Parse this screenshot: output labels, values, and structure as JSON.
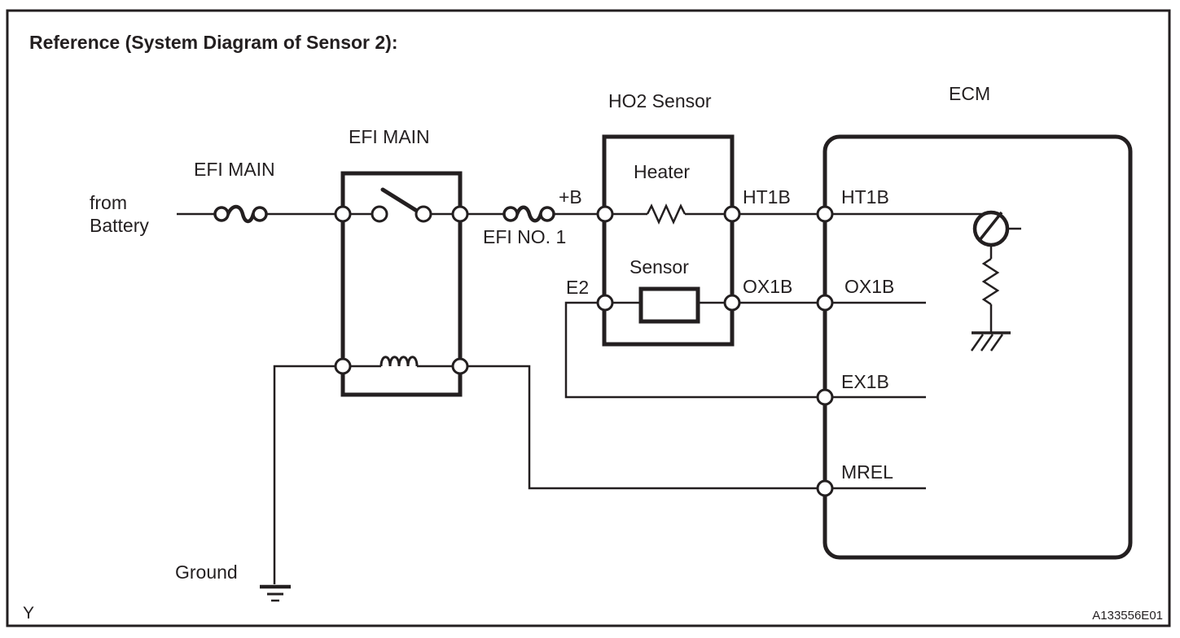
{
  "page": {
    "title": "Reference (System Diagram of Sensor 2):",
    "footer_left": "Y",
    "footer_right": "A133556E01"
  },
  "diagram": {
    "labels": {
      "from_battery_line1": "from",
      "from_battery_line2": "Battery",
      "fuse_efi_main": "EFI MAIN",
      "relay_efi_main": "EFI MAIN",
      "fuse_efi_no1": "EFI NO. 1",
      "pin_plus_b": "+B",
      "pin_e2": "E2",
      "ho2_sensor": "HO2 Sensor",
      "heater": "Heater",
      "sensor": "Sensor",
      "pin_ht1b": "HT1B",
      "ecm_ht1b": "HT1B",
      "pin_ox1b": "OX1B",
      "ecm_ox1b": "OX1B",
      "ecm_ex1b": "EX1B",
      "ecm_mrel": "MREL",
      "ecm": "ECM",
      "ground": "Ground"
    },
    "colors": {
      "line": "#231f20",
      "background": "#ffffff"
    }
  }
}
